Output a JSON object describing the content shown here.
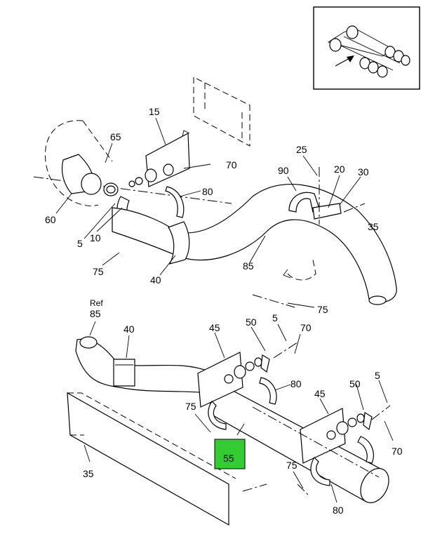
{
  "highlight": {
    "label": "55",
    "color": "#33cc33"
  },
  "callouts": {
    "c15": "15",
    "c65": "65",
    "c70a": "70",
    "c80a": "80",
    "c25": "25",
    "c20": "20",
    "c30": "30",
    "c90": "90",
    "c60": "60",
    "c5a": "5",
    "c10": "10",
    "c35a": "35",
    "c75a": "75",
    "c85": "85",
    "c40a": "40",
    "c75b": "75",
    "ref": "Ref",
    "c85b": "85",
    "c40b": "40",
    "c45a": "45",
    "c50a": "50",
    "c5b": "5",
    "c70b": "70",
    "c80b": "80",
    "c5c": "5",
    "c50b": "50",
    "c45b": "45",
    "c75c": "75",
    "c70c": "70",
    "c35b": "35",
    "c75d": "75",
    "c80c": "80"
  }
}
